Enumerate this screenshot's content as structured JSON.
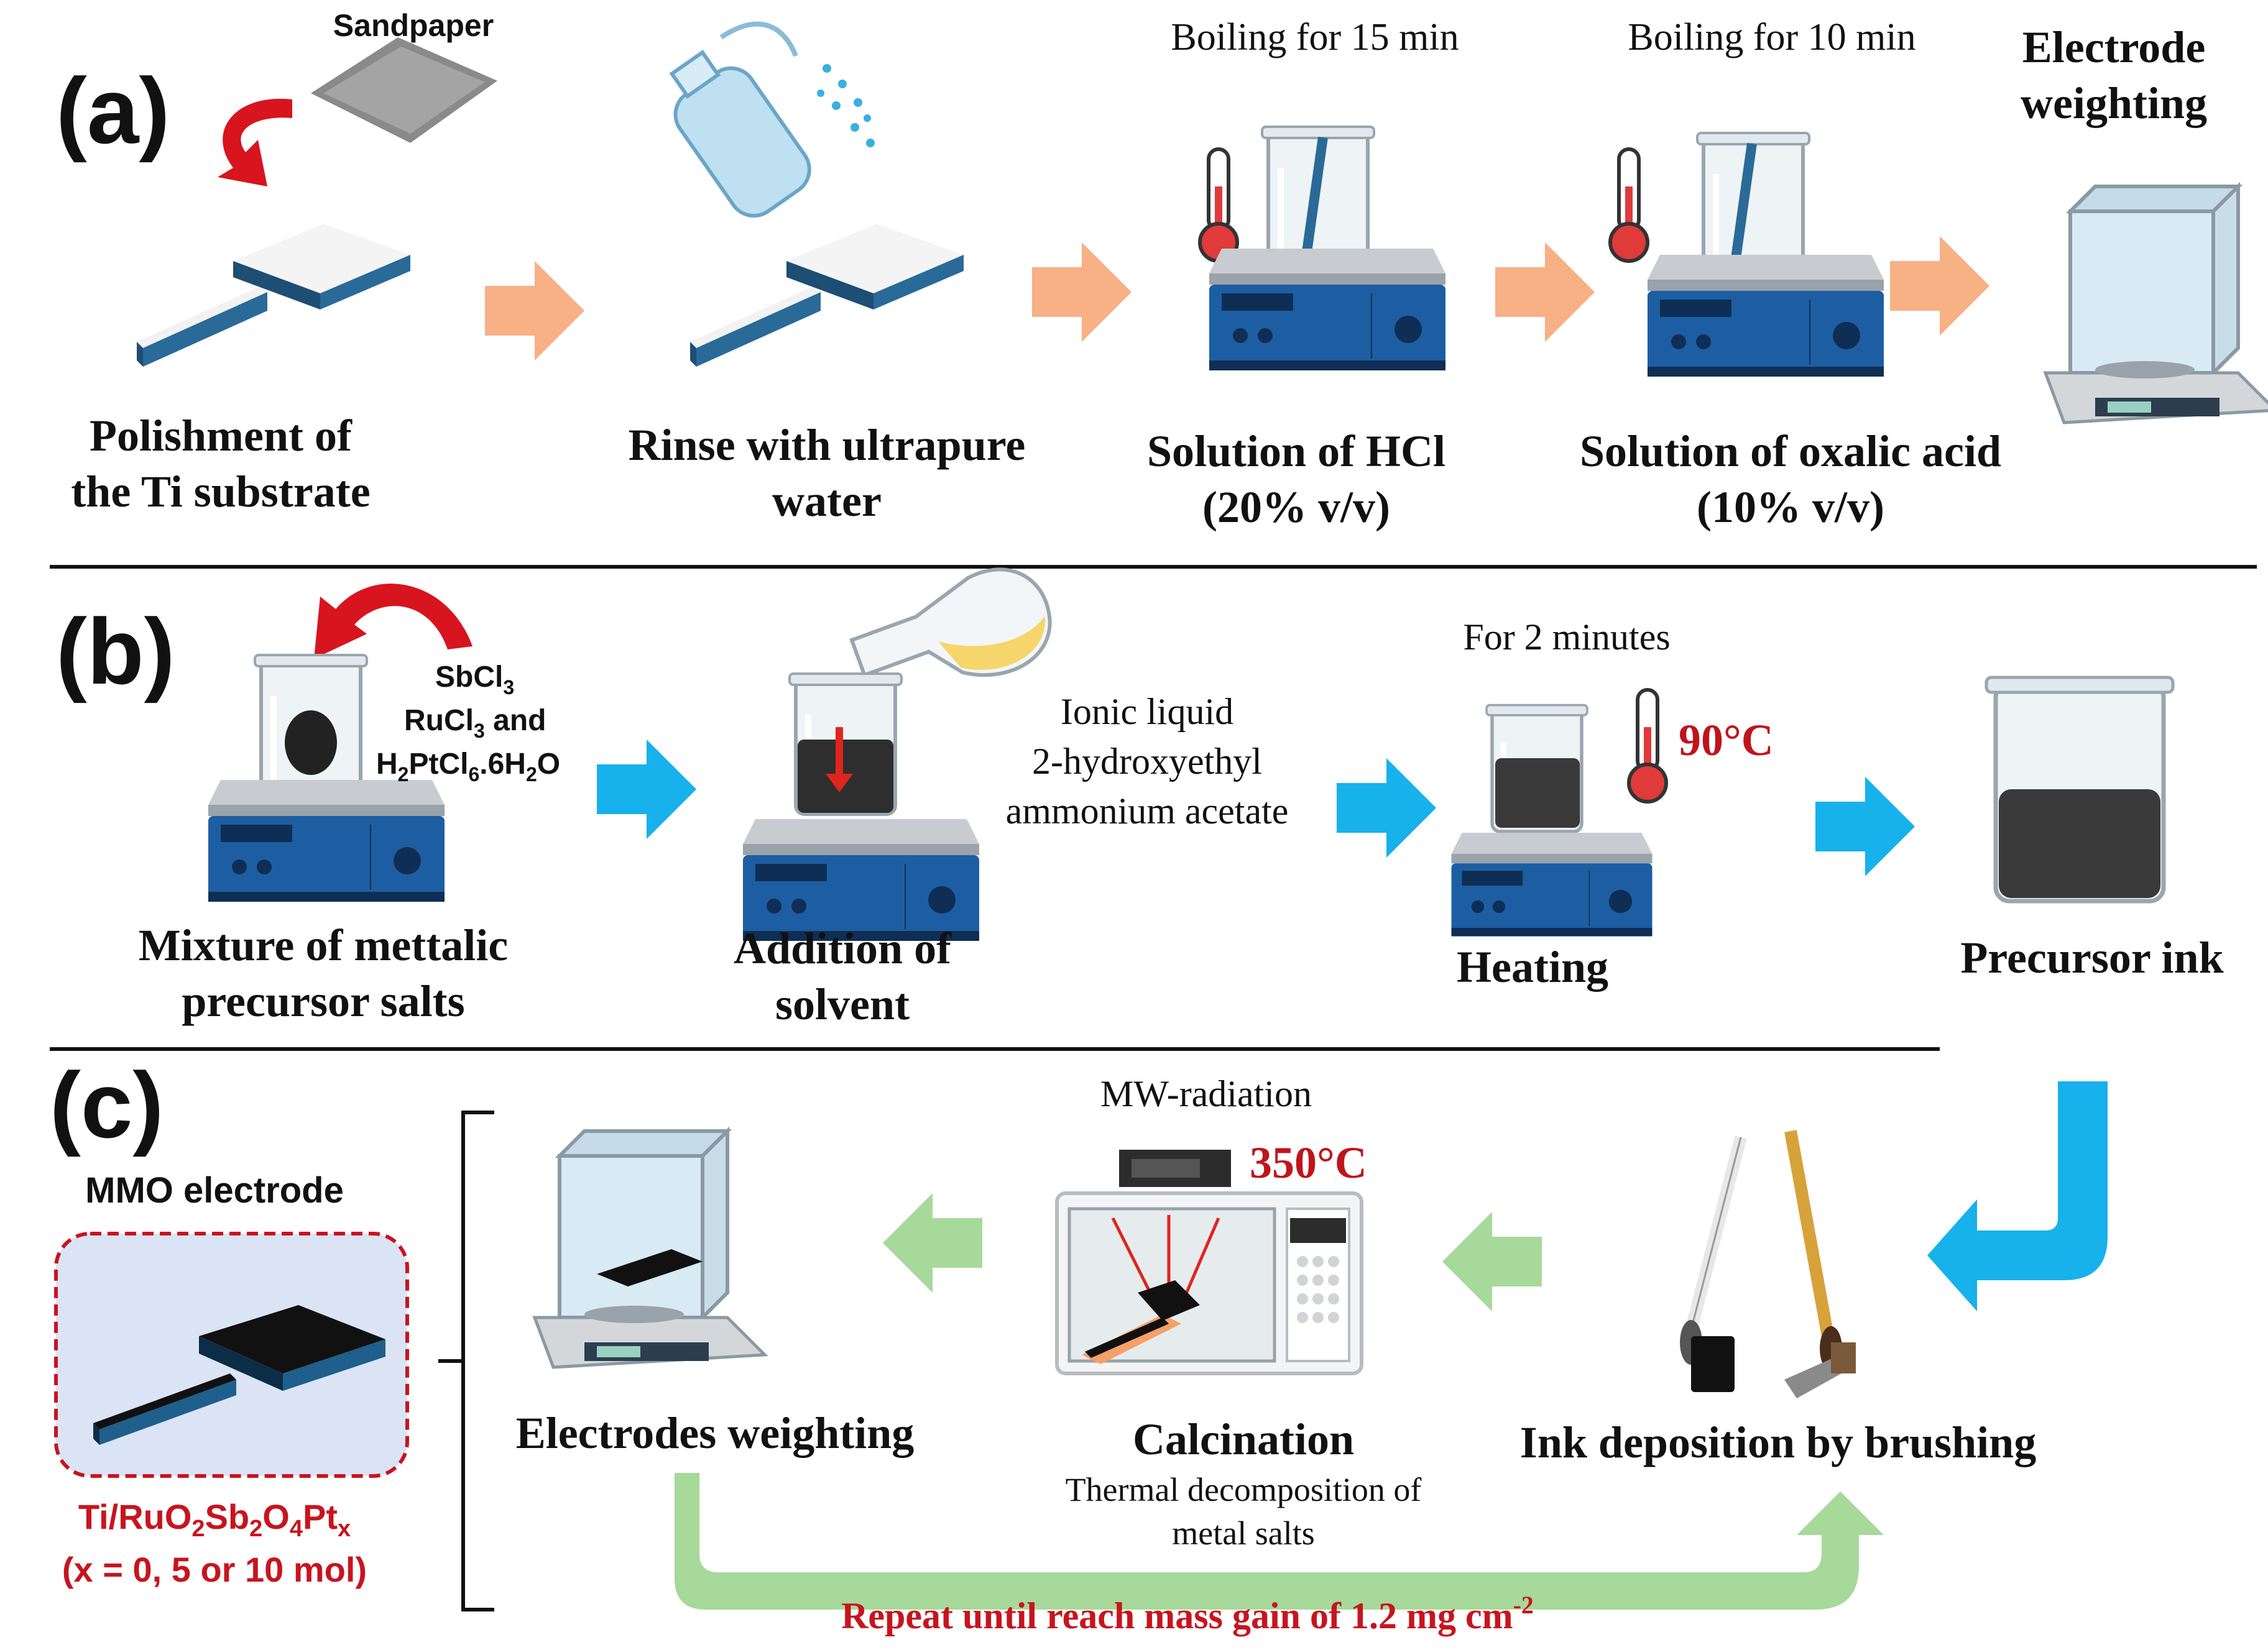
{
  "panel_labels": {
    "a": "(a)",
    "b": "(b)",
    "c": "(c)"
  },
  "panel_a": {
    "sandpaper": "Sandpaper",
    "boil1": "Boiling  for 15 min",
    "boil2": "Boiling  for 10 min",
    "electrode_weighting": [
      "Electrode",
      "weighting"
    ],
    "step1": [
      "Polishment  of",
      "the Ti substrate"
    ],
    "step2": [
      "Rinse  with  ultrapure",
      "water"
    ],
    "step3": [
      "Solution  of HCl",
      "(20% v/v)"
    ],
    "step4": [
      "Solution  of oxalic acid",
      "(10% v/v)"
    ]
  },
  "panel_b": {
    "salts": [
      "SbCl",
      "3",
      "RuCl",
      "3",
      " and",
      "H",
      "2",
      "PtCl",
      "6",
      ".6H",
      "2",
      "O"
    ],
    "ionic_liquid": [
      "Ionic liquid",
      "2-hydroxyethyl",
      "ammonium  acetate"
    ],
    "for_2_minutes": "For 2 minutes",
    "temp": "90°C",
    "step1": [
      "Mixture  of mettalic",
      "precursor  salts"
    ],
    "step2": [
      "Addition  of",
      "solvent"
    ],
    "step3": "Heating",
    "step4": "Precursor  ink"
  },
  "panel_c": {
    "mmo_title": "MMO electrode",
    "formula": [
      "Ti/RuO",
      "2",
      "Sb",
      "2",
      "O",
      "4",
      "Pt",
      "x"
    ],
    "formula_note": "(x = 0, 5 or 10 mol)",
    "mw": "MW-radiation",
    "temp": "350°C",
    "step_weigh": "Electrodes  weighting",
    "step_calc": "Calcination",
    "calc_sub": [
      "Thermal  decomposition  of",
      "metal  salts"
    ],
    "step_ink": "Ink  deposition  by  brushing",
    "repeat": [
      "Repeat until reach mass gain of  1.2 mg cm",
      "-2"
    ]
  },
  "colors": {
    "arrow_orange": "#f8b085",
    "arrow_blue": "#17b1ec",
    "arrow_green": "#a6d99a",
    "arrow_red": "#d8141e",
    "text_red": "#c8141e",
    "hotplate": "#1d5ea3",
    "electrode_blue": "#1f5f8b",
    "mmo_bg": "#dbe4f4",
    "mmo_border": "#c8141e"
  },
  "icons": [
    "sandpaper-icon",
    "ti-plate-icon",
    "wash-bottle-icon",
    "thermometer-icon",
    "beaker-icon",
    "hotplate-stirrer-icon",
    "analytical-balance-icon",
    "flask-icon",
    "microwave-icon",
    "brush-icon",
    "ink-beaker-icon",
    "mmo-electrode-icon"
  ]
}
